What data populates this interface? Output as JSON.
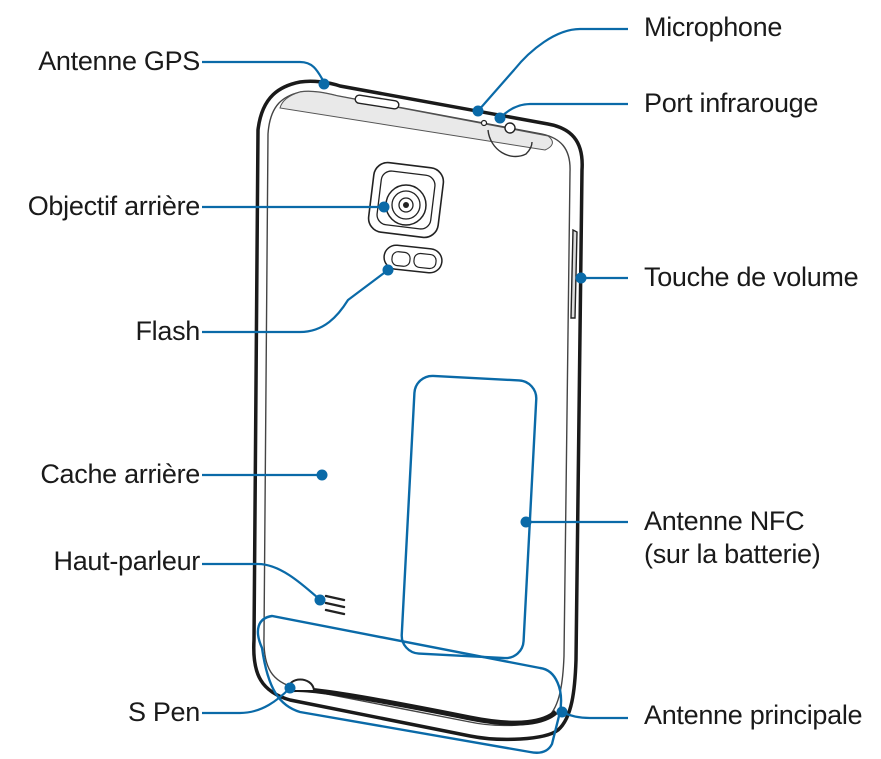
{
  "colors": {
    "leader": "#0a6aa8",
    "outline": "#1a1a1a",
    "body_fill": "#ffffff"
  },
  "labels": {
    "antenne_gps": "Antenne GPS",
    "objectif_arriere": "Objectif arrière",
    "flash": "Flash",
    "cache_arriere": "Cache arrière",
    "haut_parleur": "Haut-parleur",
    "s_pen": "S Pen",
    "microphone": "Microphone",
    "port_infrarouge": "Port infrarouge",
    "touche_volume": "Touche de volume",
    "antenne_nfc_line1": "Antenne NFC",
    "antenne_nfc_line2": "(sur la batterie)",
    "antenne_principale": "Antenne principale"
  }
}
